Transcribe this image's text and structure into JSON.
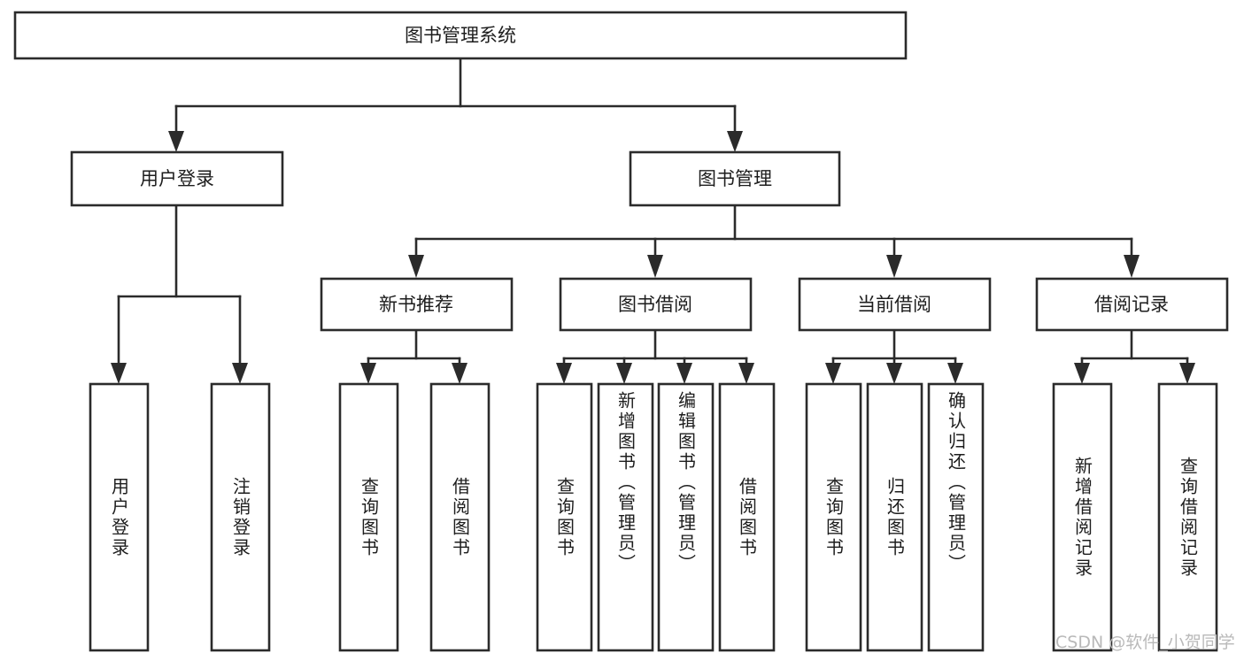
{
  "diagram": {
    "title_node": {
      "label": "图书管理系统"
    },
    "level1": [
      {
        "id": "user-login",
        "label": "用户登录"
      },
      {
        "id": "book-manage",
        "label": "图书管理"
      }
    ],
    "level2": [
      {
        "id": "new-book-recommend",
        "label": "新书推荐"
      },
      {
        "id": "book-borrow",
        "label": "图书借阅"
      },
      {
        "id": "current-borrow",
        "label": "当前借阅"
      },
      {
        "id": "borrow-record",
        "label": "借阅记录"
      }
    ],
    "leaves": [
      {
        "id": "leaf-user-login",
        "label": "用户登录",
        "parent": "user-login"
      },
      {
        "id": "leaf-logout-login",
        "label": "注销登录",
        "parent": "user-login"
      },
      {
        "id": "leaf-query-book-1",
        "label": "查询图书",
        "parent": "new-book-recommend"
      },
      {
        "id": "leaf-borrow-book-1",
        "label": "借阅图书",
        "parent": "new-book-recommend"
      },
      {
        "id": "leaf-query-book-2",
        "label": "查询图书",
        "parent": "book-borrow"
      },
      {
        "id": "leaf-add-book",
        "label": "新增图书（管理员）",
        "parent": "book-borrow"
      },
      {
        "id": "leaf-edit-book",
        "label": "编辑图书（管理员）",
        "parent": "book-borrow"
      },
      {
        "id": "leaf-borrow-book-2",
        "label": "借阅图书",
        "parent": "book-borrow"
      },
      {
        "id": "leaf-query-book-3",
        "label": "查询图书",
        "parent": "current-borrow"
      },
      {
        "id": "leaf-return-book",
        "label": "归还图书",
        "parent": "current-borrow"
      },
      {
        "id": "leaf-confirm-return",
        "label": "确认归还（管理员）",
        "parent": "current-borrow"
      },
      {
        "id": "leaf-add-record",
        "label": "新增借阅记录",
        "parent": "borrow-record"
      },
      {
        "id": "leaf-query-record",
        "label": "查询借阅记录",
        "parent": "borrow-record"
      }
    ],
    "watermark": {
      "text": "CSDN @软件_小贺同学"
    },
    "colors": {
      "box_stroke": "#2b2b2b",
      "box_fill": "#ffffff",
      "text": "#1d1d1d",
      "background": "#ffffff",
      "watermark": "#b9b9b9"
    }
  }
}
